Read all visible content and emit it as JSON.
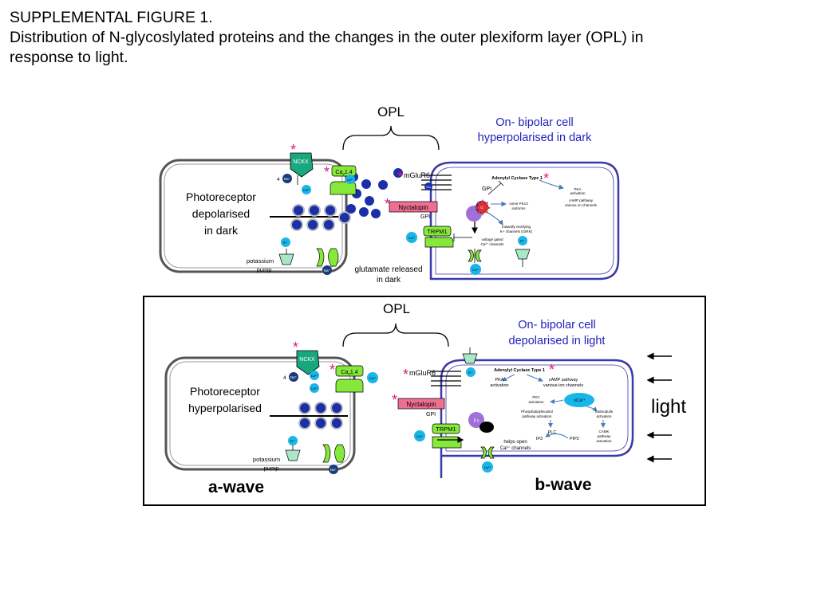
{
  "caption": {
    "heading": "SUPPLEMENTAL FIGURE 1.",
    "line1": "Distribution of N-glycoslylated proteins and the changes in the outer plexiform layer (OPL) in",
    "line2": "response to light."
  },
  "colors": {
    "on_bipolar_title": "#1f1fbf",
    "bipolar_membrane": "#3a3aa8",
    "asterisk": "#e0187f",
    "channel_green": "#86e83a",
    "ion_cyan": "#19b6e8",
    "ncxx_teal": "#19a77e",
    "nyctalopin_pink": "#ee6f91",
    "glutamate_navy": "#1a2fa8",
    "arrow_blue": "#4a7ab8"
  },
  "dark": {
    "opl_label": "OPL",
    "bipolar_title_1": "On- bipolar cell",
    "bipolar_title_2": "hyperpolarised in dark",
    "photoreceptor_1": "Photoreceptor",
    "photoreceptor_2": "depolarised",
    "photoreceptor_3": "in dark",
    "glutamate_1": "glutamate released",
    "glutamate_2": "in dark",
    "potassium_1": "potassium",
    "potassium_2": "pump",
    "ncxx": "NCKX",
    "four": "4",
    "na": "Na⁺",
    "k": "K⁺",
    "ca": "Ca²⁺",
    "ca_channel": "Ca",
    "ca_channel_sub": "v",
    "ca_channel_suffix": "1.4",
    "glu": "Glu",
    "mglur6": "mGluR6",
    "nyctalopin": "Nyctalopin",
    "gpi": "GPI",
    "trpm1": "TRPM1",
    "adenylyl": "Adenylyl Cyclase Type 1",
    "pka_1": "PKA",
    "pka_2": "activation",
    "camp_1": "cAMP pathway",
    "camp_2": "various on channels",
    "some_1": "some PK13",
    "some_2": "isoforms",
    "inward_1": "Inwardly rectifying",
    "inward_2": "K+ channels (GIRK)",
    "vgated_1": "voltage gated",
    "vgated_2": "Ca²⁺ channels"
  },
  "light": {
    "opl_label": "OPL",
    "bipolar_title_1": "On- bipolar cell",
    "bipolar_title_2": "depolarised in light",
    "photoreceptor_1": "Photoreceptor",
    "photoreceptor_2": "hyperpolarised",
    "potassium_1": "potassium",
    "potassium_2": "pump",
    "light_label": "light",
    "a_wave": "a-wave",
    "b_wave": "b-wave",
    "ncxx": "NCKX",
    "four": "4",
    "na": "Na⁺",
    "k": "K⁺",
    "ca": "Ca²⁺",
    "ca_channel": "Ca",
    "ca_channel_sub": "v",
    "ca_channel_suffix": "1.4",
    "glu": "Glu",
    "mglur6": "mGluR6",
    "nyctalopin": "Nyctalopin",
    "gpi": "GPI",
    "trpm1": "TRPM1",
    "adenylyl": "Adenylyl Cyclase Type 1",
    "pka_1": "PKA",
    "pka_2": "activation",
    "camp_1": "cAMP pathway",
    "camp_2": "various ion channels",
    "pkc_1": "PKC",
    "pkc_2": "activation",
    "ica": "↑iCa²⁺",
    "phospho_1": "Phosphatidylinositol",
    "phospho_2": "pathway activation",
    "calmodulin_1": "Calmodulin",
    "calmodulin_2": "activation",
    "plc": "PLC",
    "ip3": "IP3",
    "pip2": "PIP2",
    "camk_1": "CAMK",
    "camk_2": "pathway",
    "camk_3": "activation",
    "helps_1": "helps open",
    "helps_2": "Ca²⁺ channels"
  }
}
